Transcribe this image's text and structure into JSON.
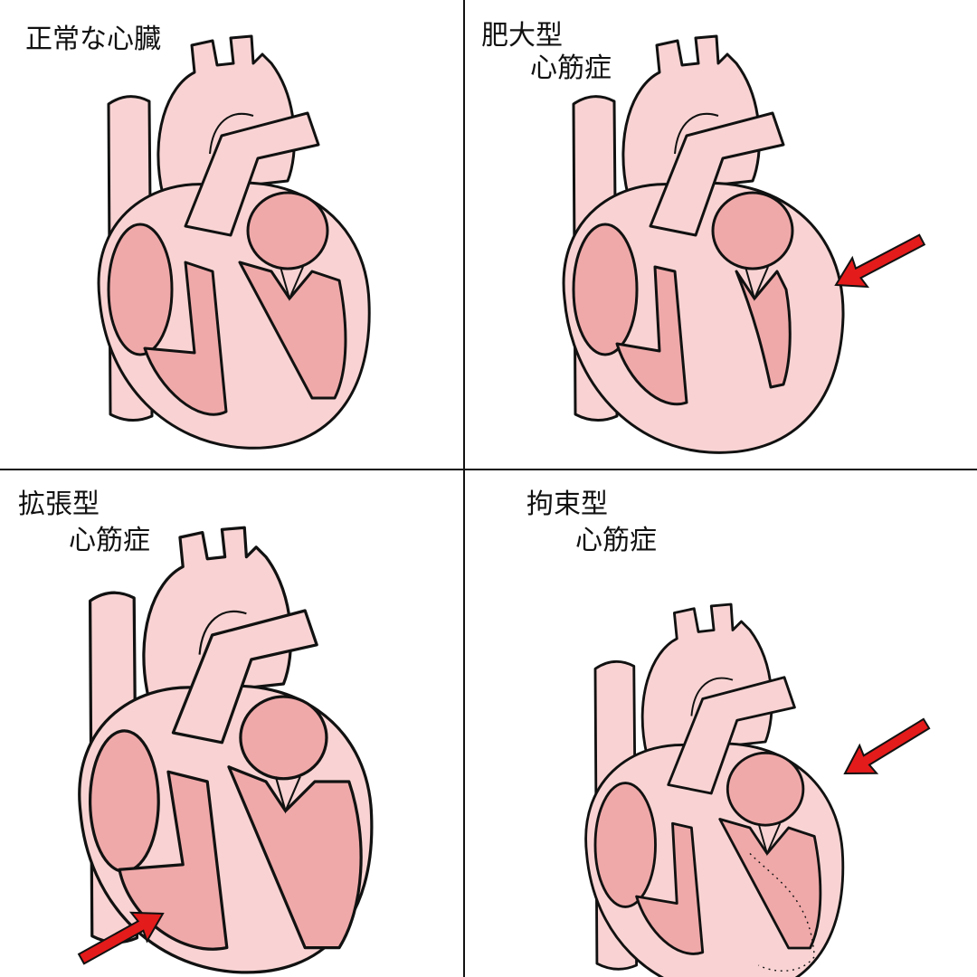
{
  "panels": [
    {
      "title_line1": "正常な心臓",
      "title_line2": "",
      "variant": "normal"
    },
    {
      "title_line1": "肥大型",
      "title_line2": "心筋症",
      "variant": "hypertrophic"
    },
    {
      "title_line1": "拡張型",
      "title_line2": "心筋症",
      "variant": "dilated"
    },
    {
      "title_line1": "拘束型",
      "title_line2": "心筋症",
      "variant": "restrictive"
    }
  ],
  "colors": {
    "heart_wall": "#f9d3d3",
    "cavity": "#f0a9a9",
    "outline": "#111111",
    "arrow": "#e41b1b"
  }
}
